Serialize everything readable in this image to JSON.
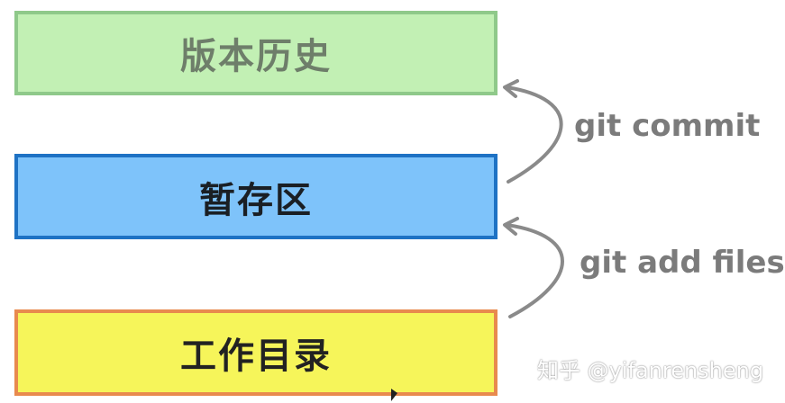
{
  "stages": {
    "history": {
      "label": "版本历史"
    },
    "staging": {
      "label": "暂存区"
    },
    "working": {
      "label": "工作目录"
    }
  },
  "commands": {
    "commit": "git commit",
    "add": "git add files"
  },
  "watermark": "知乎 @yifanrensheng",
  "colors": {
    "history_fill": "#c2f0b4",
    "history_border": "#8fc98a",
    "staging_fill": "#7ec3fa",
    "staging_border": "#1e72c4",
    "working_fill": "#f6f55a",
    "working_border": "#e88a4e",
    "arrow": "#8a8a8a"
  }
}
